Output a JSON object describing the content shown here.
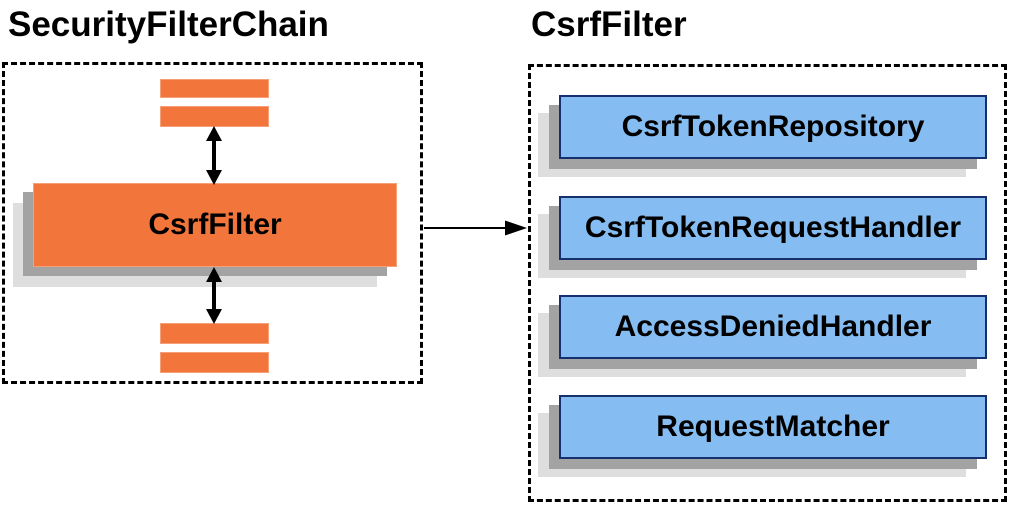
{
  "left_panel": {
    "title": "SecurityFilterChain",
    "filter_label": "CsrfFilter"
  },
  "right_panel": {
    "title": "CsrfFilter",
    "components": [
      "CsrfTokenRepository",
      "CsrfTokenRequestHandler",
      "AccessDeniedHandler",
      "RequestMatcher"
    ]
  },
  "colors": {
    "orange-fill": "#F2763B",
    "orange-border": "#F5A077",
    "blue-fill": "#85BCF1",
    "blue-border": "#16306E",
    "shadow-dark": "#A3A3A3",
    "shadow-light": "#DEDEDE",
    "line": "#000000",
    "text": "#000000"
  }
}
